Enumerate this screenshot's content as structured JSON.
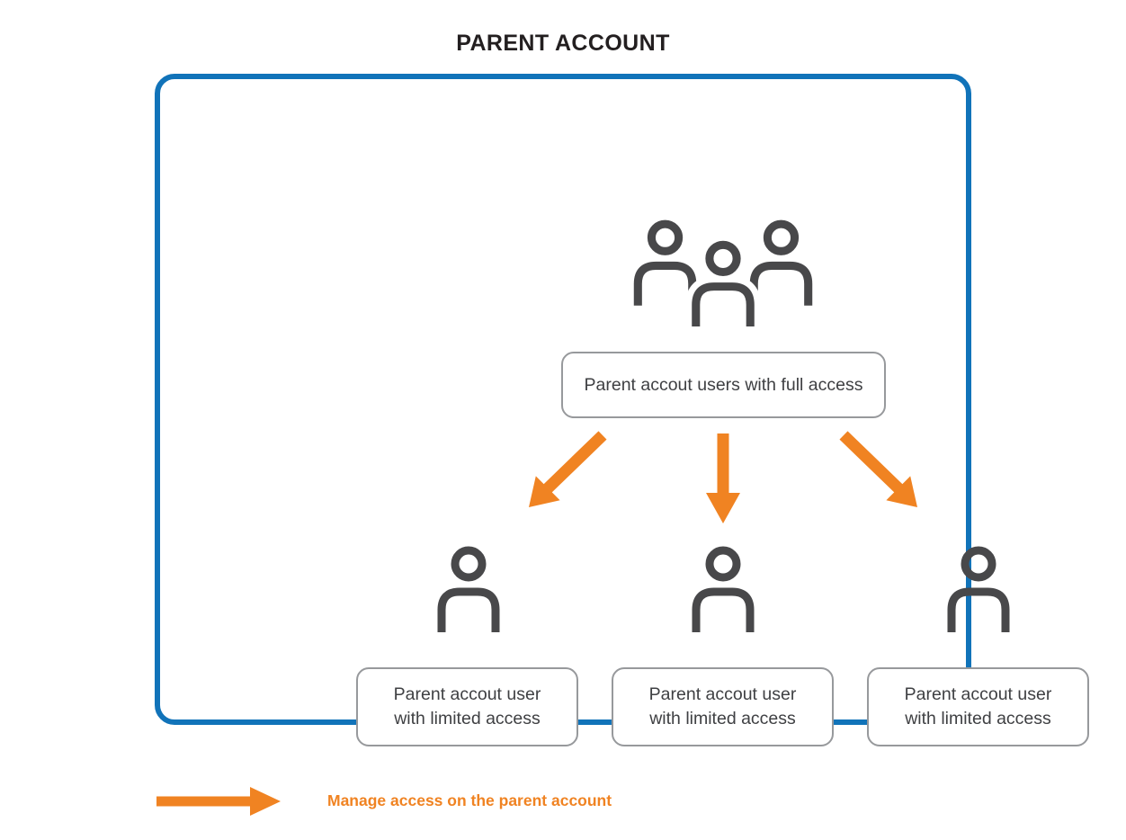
{
  "diagram": {
    "title": "PARENT ACCOUNT",
    "full_access_box": {
      "label": "Parent accout users with full access"
    },
    "limited_boxes": [
      {
        "line1": "Parent accout user",
        "line2": "with limited access"
      },
      {
        "line1": "Parent accout user",
        "line2": "with limited access"
      },
      {
        "line1": "Parent accout user",
        "line2": "with limited access"
      }
    ],
    "legend": {
      "label": "Manage access on the parent account"
    },
    "icons": {
      "top_group": "group-users-icon",
      "limited_user": "user-icon",
      "flow": "manage-access-arrow",
      "legend": "legend-arrow-icon"
    },
    "colors": {
      "blue": "#1173B9",
      "orange": "#F08322",
      "dark": "#48484A",
      "gray": "#97999C",
      "text": "#3F4043",
      "title": "#231F20"
    }
  }
}
